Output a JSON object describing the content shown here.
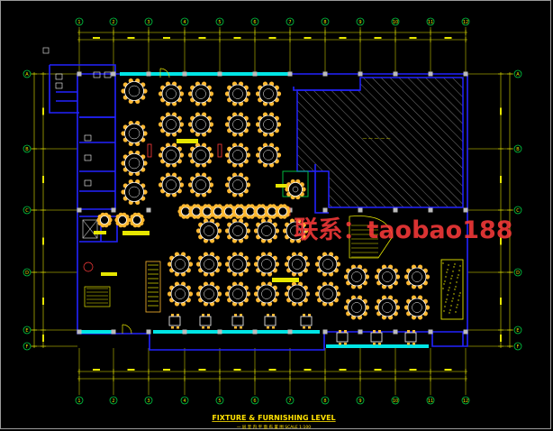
{
  "drawing": {
    "title": "FIXTURE & FURNISHING LEVEL",
    "subtitle": "一 层 室 内 平 面 布 置 图  SCALE 1:100",
    "hatch_note": "— — — — —",
    "watermark": "联系：taobao188"
  },
  "grid": {
    "columns": [
      "1",
      "2",
      "3",
      "4",
      "5",
      "6",
      "7",
      "8",
      "9",
      "10",
      "11",
      "12"
    ],
    "rows": [
      "A",
      "B",
      "C",
      "D",
      "E",
      "F"
    ]
  },
  "colors": {
    "background": "#000000",
    "wall": "#2222ff",
    "dimension": "#e6e600",
    "window": "#00e5e5",
    "chair": "#ffb830",
    "table": "#ffffff",
    "grid_bubble": "#00cc44",
    "hatch": "#9a9a9a",
    "watermark": "#ff3b3b",
    "title": "#ffe000"
  },
  "icons": [
    "grid-bubble-icon",
    "round-table-icon",
    "square-table-icon",
    "stair-icon",
    "door-swing-icon"
  ]
}
